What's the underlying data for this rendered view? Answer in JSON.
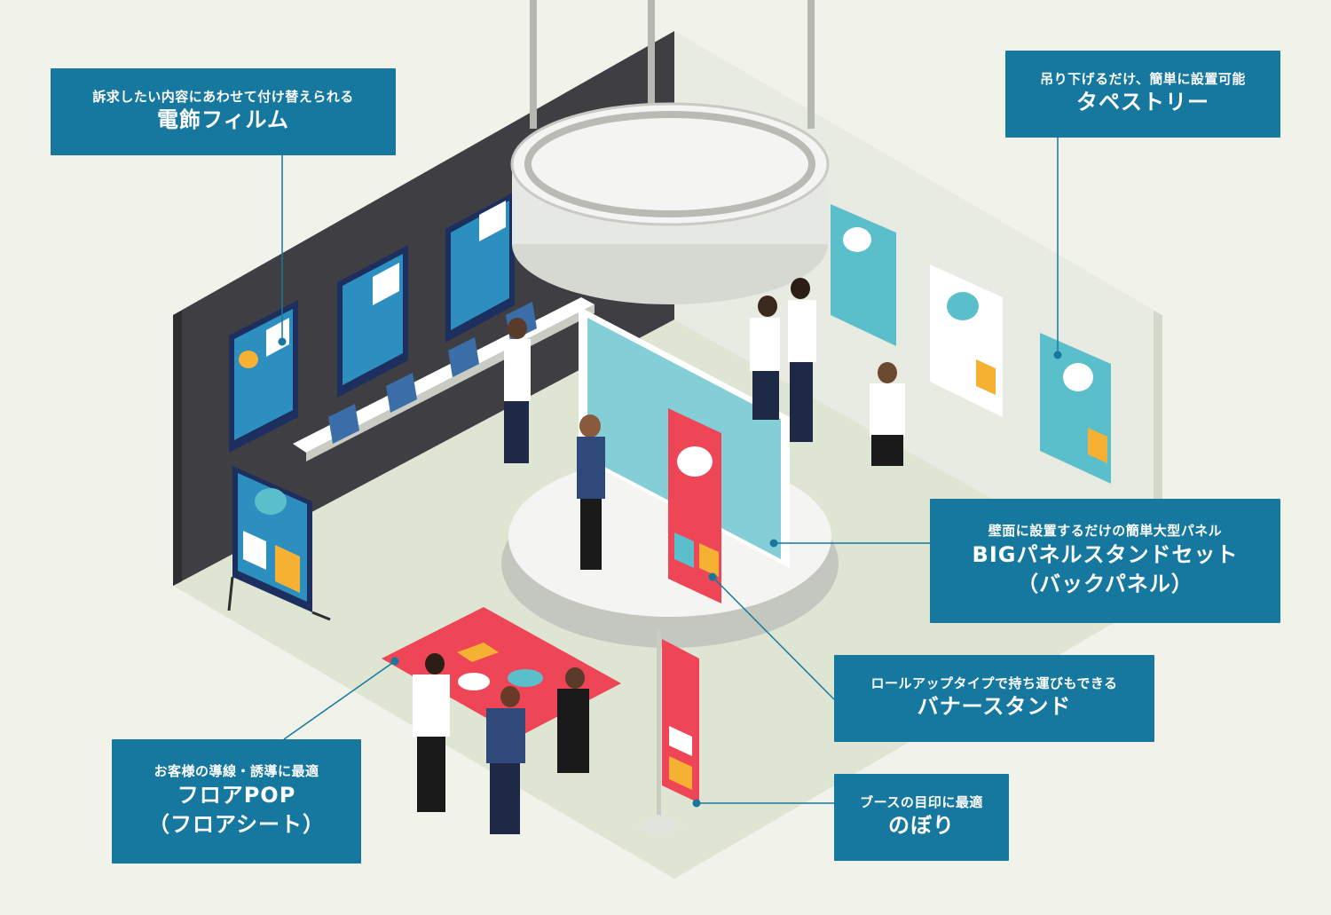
{
  "colors": {
    "background": "#f1f3ea",
    "floor": "#dfe5d3",
    "wall_dark": "#3f3f43",
    "wall_light": "#e8ebe1",
    "callout": "#17789f",
    "accent_red": "#ee4657",
    "accent_cyan": "#5bbecb",
    "accent_orange": "#f6b133",
    "leader_line": "#17789f"
  },
  "callouts": {
    "film": {
      "sub": "訴求したい内容にあわせて付け替えられる",
      "main": "電飾フィルム"
    },
    "tapestry": {
      "sub": "吊り下げるだけ、簡単に設置可能",
      "main": "タペストリー"
    },
    "big_panel": {
      "sub": "壁面に設置するだけの簡単大型パネル",
      "main": "BIGパネルスタンドセット",
      "main2": "（バックパネル）"
    },
    "banner_stand": {
      "sub": "ロールアップタイプで持ち運びもできる",
      "main": "バナースタンド"
    },
    "floor_pop": {
      "sub": "お客様の導線・誘導に最適",
      "main": "フロアPOP",
      "main2": "（フロアシート）"
    },
    "nobori": {
      "sub": "ブースの目印に最適",
      "main": "のぼり"
    }
  }
}
